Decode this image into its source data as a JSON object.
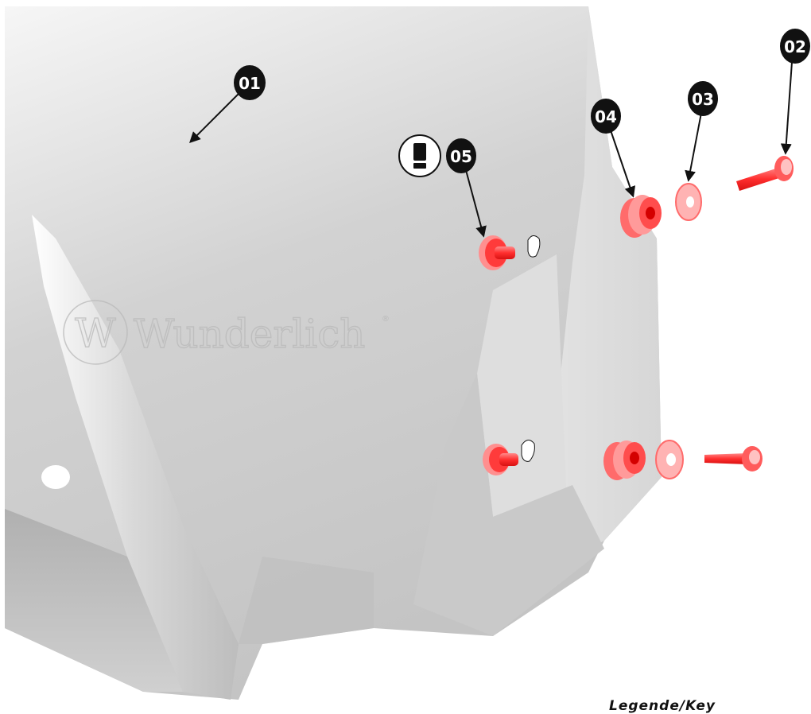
{
  "callouts": [
    {
      "id": "01",
      "label": "01"
    },
    {
      "id": "02",
      "label": "02"
    },
    {
      "id": "03",
      "label": "03"
    },
    {
      "id": "04",
      "label": "04"
    },
    {
      "id": "05",
      "label": "05"
    }
  ],
  "warning": {
    "symbol": "!",
    "icon": "exclamation-icon"
  },
  "watermark": {
    "text": "Wunderlich",
    "monogram": "W",
    "registered": "®"
  },
  "legend": {
    "title": "Legende/Key"
  },
  "colors": {
    "part_highlight": "#ff3b3b",
    "callout_fill": "#111111",
    "windshield_light": "#f4f4f4",
    "windshield_shadow": "#9a9a9a"
  }
}
